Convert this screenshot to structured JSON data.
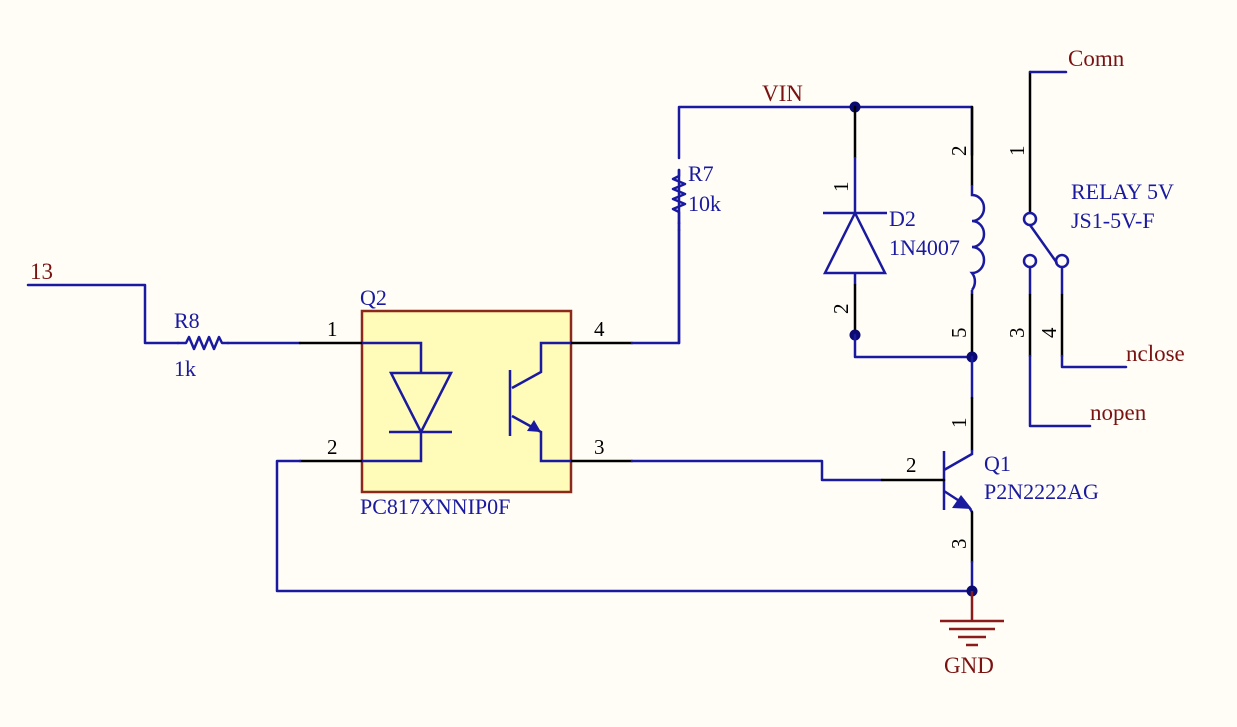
{
  "nets": {
    "in13": "13",
    "vin": "VIN",
    "gnd": "GND",
    "comn": "Comn",
    "nclose": "nclose",
    "nopen": "nopen"
  },
  "r8": {
    "ref": "R8",
    "value": "1k"
  },
  "r7": {
    "ref": "R7",
    "value": "10k"
  },
  "q2": {
    "ref": "Q2",
    "part": "PC817XNNIP0F",
    "pin1": "1",
    "pin2": "2",
    "pin3": "3",
    "pin4": "4"
  },
  "d2": {
    "ref": "D2",
    "part": "1N4007",
    "pin1": "1",
    "pin2": "2"
  },
  "relay": {
    "ref": "RELAY 5V",
    "part": "JS1-5V-F",
    "pin1": "1",
    "pin2": "2",
    "pin3": "3",
    "pin4": "4",
    "pin5": "5"
  },
  "q1": {
    "ref": "Q1",
    "part": "P2N2222AG",
    "pin1": "1",
    "pin2": "2",
    "pin3": "3"
  },
  "colors": {
    "wire": "#1a1aa0",
    "net_label": "#7a1212",
    "optocoupler_fill": "#fffbb8",
    "optocoupler_border": "#8b2a1a",
    "background": "#fffdf6"
  }
}
